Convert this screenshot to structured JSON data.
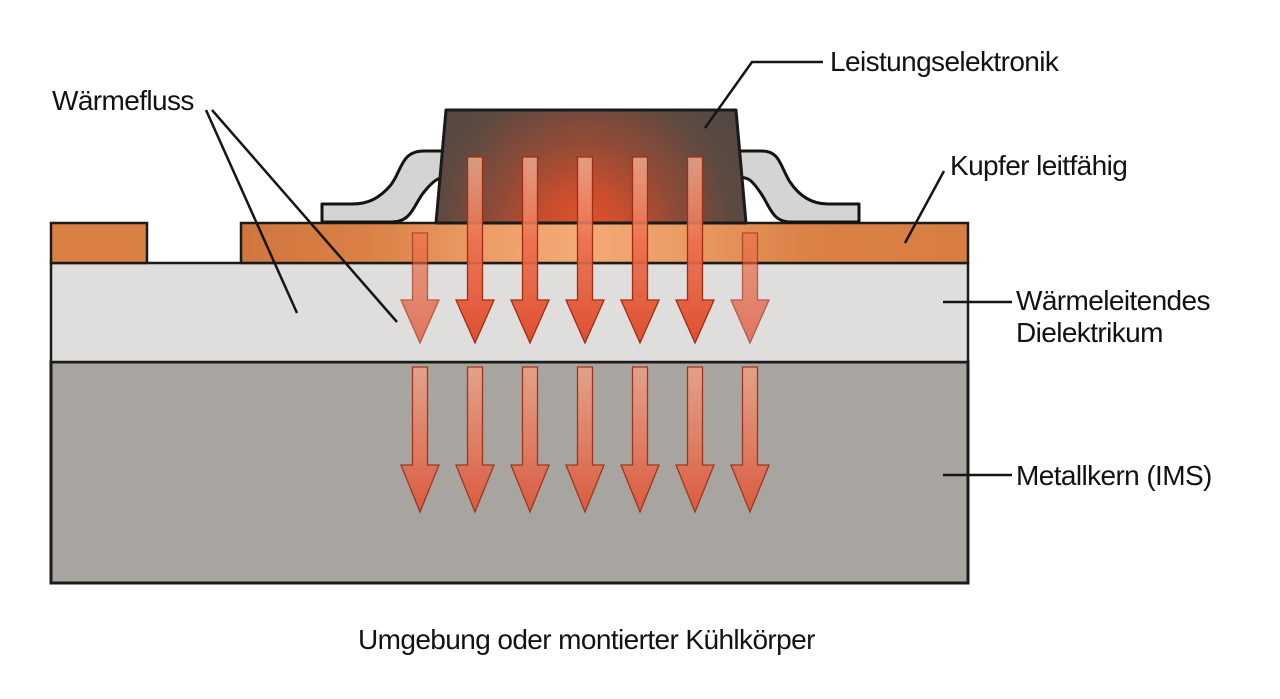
{
  "diagram": {
    "title_none": "",
    "labels": {
      "heat_flow": "Wärmefluss",
      "power_electronics": "Leistungselektronik",
      "copper_conductive": "Kupfer leitfähig",
      "dielectric_line1": "Wärmeleitendes",
      "dielectric_line2": "Dielektrikum",
      "metal_core": "Metallkern (IMS)",
      "caption": "Umgebung oder montierter Kühlkörper"
    },
    "colors": {
      "copper": "#da8044",
      "copper_hot_center": "#f4aa77",
      "dielectric": "#dfdedc",
      "metal_core": "#a8a5a0",
      "package_dark": "#4b4643",
      "heat_glow": "#e0512c",
      "arrow_red": "#e25030",
      "lead_gray": "#d4d4d3",
      "outline": "#1b1b1b",
      "background": "#ffffff"
    },
    "heat_arrows": {
      "columns": 7,
      "rows": 2,
      "direction": "down"
    }
  }
}
